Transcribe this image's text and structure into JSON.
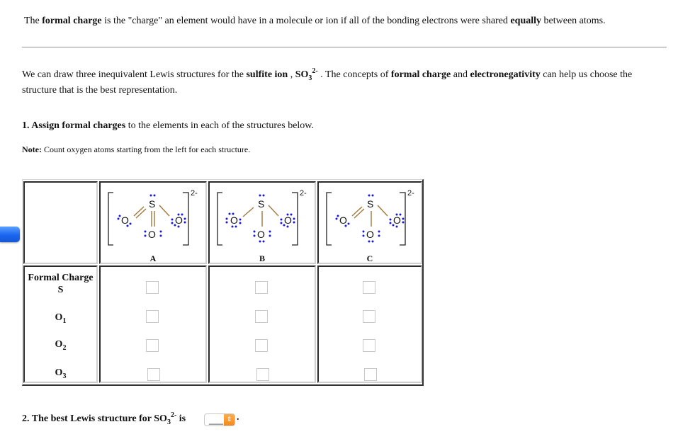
{
  "intro": {
    "before": "The ",
    "bold1": "formal charge",
    "middle": " is the \"charge\" an element would have in a molecule or ion if all of the bonding electrons were shared ",
    "bold2": "equally",
    "after": " between atoms."
  },
  "paragraph": {
    "t1": "We can draw three inequivalent Lewis structures for the ",
    "b1": "sulfite ion",
    "t2": " , ",
    "formula_main": "SO",
    "formula_sub": "3",
    "formula_sup": "2-",
    "t3": " . The concepts of ",
    "b2": "formal charge",
    "t4": " and ",
    "b3": "electronegativity",
    "t5": " can help us choose the structure that is the best representation."
  },
  "question1": {
    "bold": "1. Assign formal charges",
    "rest": " to the elements in each of the structures below."
  },
  "note": {
    "bold": "Note:",
    "rest": " Count oxygen atoms starting from the left for each structure."
  },
  "table": {
    "structures": [
      {
        "label": "A",
        "charge": "2-",
        "bonds": {
          "O1": "double",
          "O2": "double",
          "O3": "single"
        }
      },
      {
        "label": "B",
        "charge": "2-",
        "bonds": {
          "O1": "single",
          "O2": "single",
          "O3": "single"
        }
      },
      {
        "label": "C",
        "charge": "2-",
        "bonds": {
          "O1": "double",
          "O2": "single",
          "O3": "single"
        }
      }
    ],
    "row_header": "Formal Charge",
    "rows": [
      {
        "main": "S",
        "sub": ""
      },
      {
        "main": "O",
        "sub": "1"
      },
      {
        "main": "O",
        "sub": "2"
      },
      {
        "main": "O",
        "sub": "3"
      }
    ],
    "inputs": {
      "A": [
        "",
        "",
        "",
        ""
      ],
      "B": [
        "",
        "",
        "",
        ""
      ],
      "C": [
        "",
        "",
        "",
        ""
      ]
    }
  },
  "question2": {
    "text": "2. The best Lewis structure for ",
    "formula_main": "SO",
    "formula_sub": "3",
    "formula_sup": "2-",
    "is": " is",
    "select_value": "___",
    "select_arrow": "⇕",
    "period": "."
  },
  "colors": {
    "bond": "#a0783a",
    "lone_pair": "#1a1ad6",
    "side_tab": "#1a66f0",
    "select_button": "#f28a1c"
  }
}
